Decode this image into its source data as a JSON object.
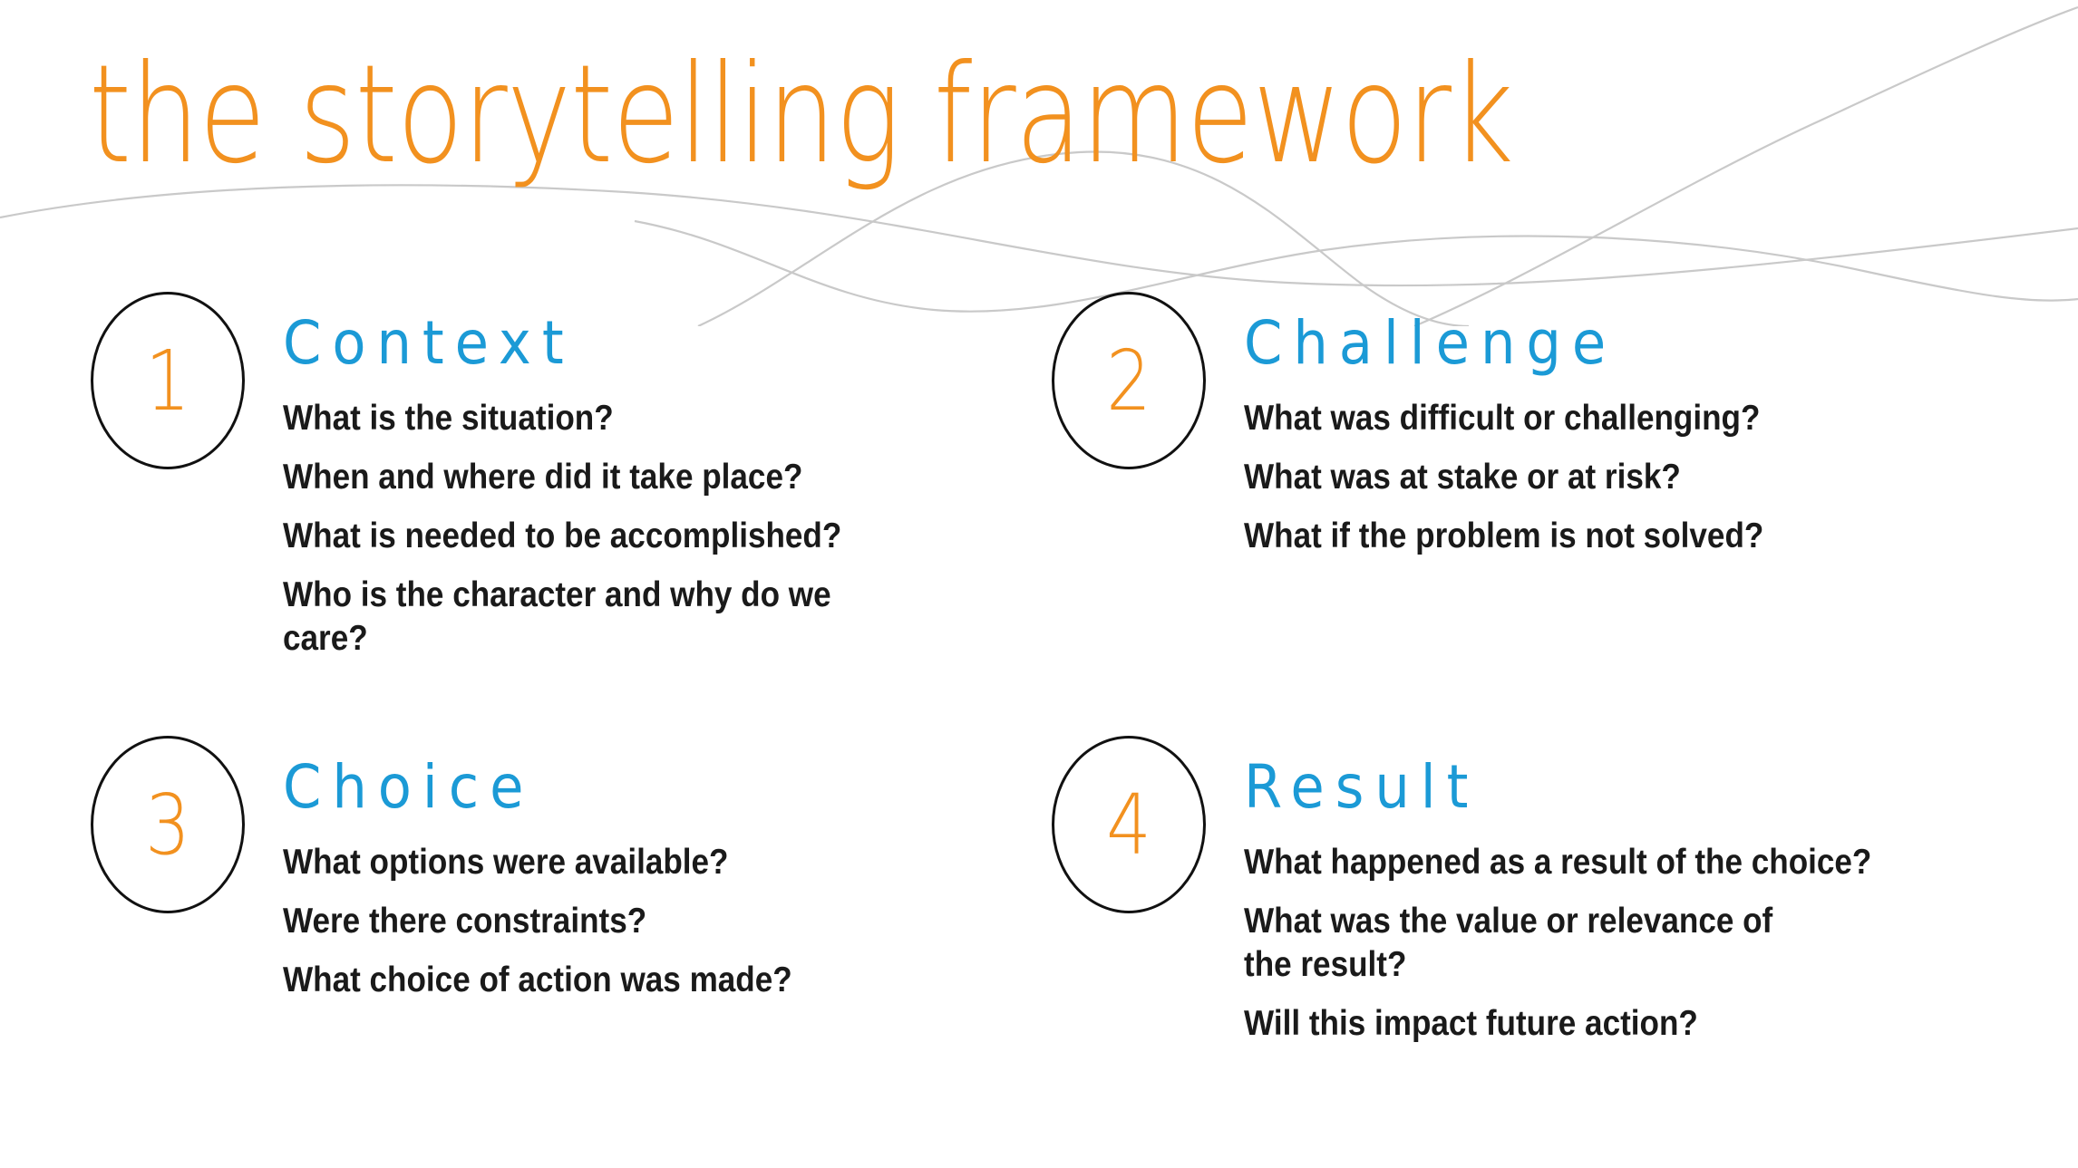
{
  "slide": {
    "title": "the storytelling framework",
    "background_color": "#ffffff",
    "accent_orange": "#F2911F",
    "accent_blue": "#1B9AD6",
    "body_text_color": "#1A1A1A",
    "wave_line_color": "#C9C9C9",
    "badge_outline_color": "#111111"
  },
  "sections": [
    {
      "number": "1",
      "heading": "Context",
      "questions": [
        "What is the situation?",
        "When and where did it take place?",
        "What is needed to be accomplished?",
        "Who is the character and why do we care?"
      ]
    },
    {
      "number": "2",
      "heading": "Challenge",
      "questions": [
        "What was difficult or challenging?",
        "What was at stake or at risk?",
        "What if the problem is not solved?"
      ]
    },
    {
      "number": "3",
      "heading": "Choice",
      "questions": [
        "What options were available?",
        "Were there constraints?",
        "What choice of action was made?"
      ]
    },
    {
      "number": "4",
      "heading": "Result",
      "questions": [
        "What happened as a result of the choice?",
        "What was the value or relevance of the result?",
        "Will this impact future action?"
      ]
    }
  ]
}
